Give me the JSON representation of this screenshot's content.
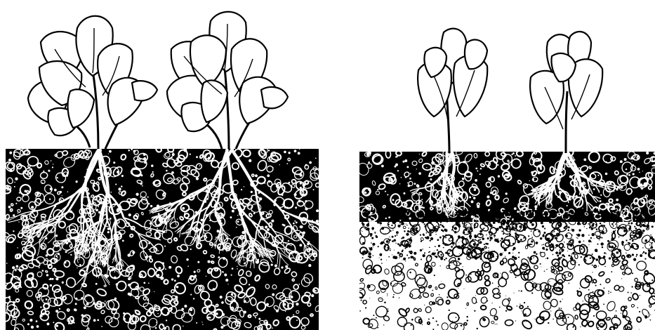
{
  "panels": [
    {
      "id": "deep-soil",
      "plants": [
        {
          "id": "plant-1",
          "kind": "large"
        },
        {
          "id": "plant-2",
          "kind": "large"
        }
      ],
      "layers": [
        {
          "id": "topsoil",
          "texture": "dark"
        }
      ]
    },
    {
      "id": "shallow-soil",
      "plants": [
        {
          "id": "plant-3",
          "kind": "small"
        },
        {
          "id": "plant-4",
          "kind": "small"
        }
      ],
      "layers": [
        {
          "id": "topsoil",
          "texture": "dark"
        },
        {
          "id": "subsoil",
          "texture": "light"
        }
      ]
    }
  ],
  "colors": {
    "ink": "#000000",
    "paper": "#ffffff"
  }
}
